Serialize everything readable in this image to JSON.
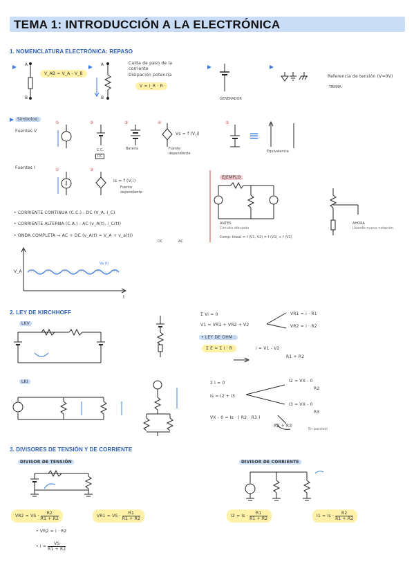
{
  "title": "TEMA 1: INTRODUCCIÓN A LA ELECTRÓNICA",
  "section1": {
    "heading": "1. NOMENCLATURA ELECTRÓNICA: REPASO",
    "vab_label": "V_AB = V_A - V_B",
    "caida_line1": "Caída de paso de la",
    "caida_line2": "corriente",
    "disipacion": "Disipación potencia",
    "ohm": "V = i_R · R",
    "generador": "GENERADOR",
    "referencia": "Referencia de tensión (V=0V)",
    "tierra": "TIERRA",
    "simbolos": "Símbolos:",
    "fuentes_v": "Fuentes V",
    "fuentes_i": "Fuentes I",
    "cc": "C.C.",
    "dc": "DC",
    "bateria": "Batería",
    "vs_func": "Vs = f (V,i)",
    "fuente_dep_v1": "Fuente",
    "fuente_dep_v2": "dependiente",
    "is_func": "is = f (V,i)",
    "fuente_dep_i1": "Fuente",
    "fuente_dep_i2": "dependiente",
    "equiv": "≡",
    "equivalencia": "Equivalencia",
    "num1": "①",
    "num2": "②",
    "num3": "③",
    "num4": "④",
    "num5": "⑤",
    "corriente_continua": "• CORRIENTE CONTINUA (C.C.) : DC (V_A, I_C)",
    "corriente_alterna": "• CORRIENTE ALTERNA (C.A.) : AC (v_A(t), i_C(t))",
    "onda_completa": "• ONDA COMPLETA → AC + DC (v_A(t) = V_A + v_a(t))",
    "dc_sub": "DC",
    "ac_sub": "AC",
    "graph_va": "V_A",
    "graph_vat": "Va (t)",
    "graph_t": "t",
    "ejemplo": "EJEMPLO",
    "antes": "ANTES",
    "antes_sub": "Circuito dibujado",
    "ahora": "AHORA",
    "ahora_sub": "Usando nueva notación",
    "comp_lineal": "Comp. lineal = f (V1, V2) = f (V1) + f (V2)"
  },
  "section2": {
    "heading": "2. LEY DE KIRCHHOFF",
    "lkv": "LKV",
    "lki": "LKI",
    "sum_v": "Σ Vi = 0",
    "v1_eq": "V1 = VR1 + VR2 + V2",
    "vr1": "VR1 = i · R1",
    "vr2": "VR2 = i · R2",
    "ley_ohm": "• LEY DE OHM :",
    "sum_e": "Σ E = Σ I · R",
    "i_result_num": "i = V1 - V2",
    "i_result_den": "R1 + R2",
    "sum_i": "Σ I = 0",
    "is_eq": "Is = I2 + I3",
    "i2_num": "I2 = VX - 0",
    "i2_den": "R2",
    "i3_num": "I3 = VX - 0",
    "i3_den": "R3",
    "vx_eq": "VX - 0 = Is · ( R2 · R3 )",
    "vx_den": "R2 + R3",
    "en_paralelo": "En paralelo"
  },
  "section3": {
    "heading": "3. DIVISORES DE TENSIÓN Y DE CORRIENTE",
    "divisor_tension": "DIVISOR DE TENSIÓN",
    "divisor_corriente": "DIVISOR DE CORRIENTE",
    "vr2_f": "VR2 = VS ·",
    "vr2_num": "R2",
    "vr2_den": "R1 + R2",
    "vr1_f": "VR1 = VS ·",
    "vr1_num": "R1",
    "vr1_den": "R1 + R2",
    "i2_f": "I2 = Is ·",
    "i2_num": "R1",
    "i2_den": "R1 + R2",
    "i1_f": "I1 = Is ·",
    "i1_num": "R2",
    "i1_den": "R1 + R2",
    "bullet1": "• VR2 = i · R2",
    "bullet2": "• i = ",
    "bullet2_num": "VS",
    "bullet2_den": "R1 + R2"
  }
}
